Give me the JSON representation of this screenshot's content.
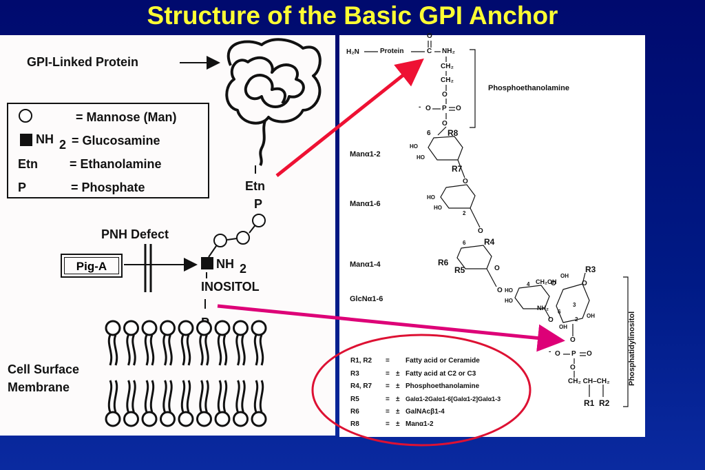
{
  "title": "Structure of the Basic GPI Anchor",
  "left": {
    "gpi_protein": "GPI-Linked Protein",
    "legend": [
      {
        "symbol": "circle",
        "term": "",
        "def": "= Mannose (Man)"
      },
      {
        "symbol": "square",
        "term": "NH",
        "sub": "2",
        "def": "= Glucosamine"
      },
      {
        "symbol": "",
        "term": "Etn",
        "def": "= Ethanolamine"
      },
      {
        "symbol": "",
        "term": "P",
        "def": "= Phosphate"
      }
    ],
    "etn": "Etn",
    "p_top": "P",
    "pnh_defect": "PNH Defect",
    "pig_a": "Pig-A",
    "nh2": "NH",
    "nh2_sub": "2",
    "inositol": "INOSITOL",
    "p_bottom": "P",
    "cell_surface": "Cell Surface",
    "membrane": "Membrane"
  },
  "right": {
    "h2n": "H₂N",
    "protein": "Protein",
    "c": "C",
    "nh2": "NH₂",
    "o": "O",
    "ch2": "CH₂",
    "p": "P",
    "oh": "OH",
    "ho": "HO",
    "phosphoethanolamine": "Phosphoethanolamine",
    "phosphatidylinositol": "Phosphatidylinositol",
    "linkages": [
      "Manα1-2",
      "Manα1-6",
      "Manα1-4",
      "GlcNα1-6"
    ],
    "r_labels": [
      "R8",
      "R7",
      "R4",
      "R6",
      "R5",
      "R3"
    ],
    "ch2oh": "CH₂OH",
    "glycerol": "CH₂ CH–CH₂",
    "r1": "R1",
    "r2": "R2",
    "num2": "2",
    "num3": "3",
    "num4": "4",
    "num6": "6",
    "minus": "-",
    "r_legend": [
      {
        "r": "R1, R2",
        "eq": "=",
        "pm": "",
        "desc": "Fatty acid or Ceramide"
      },
      {
        "r": "R3",
        "eq": "=",
        "pm": "±",
        "desc": "Fatty acid at C2 or C3"
      },
      {
        "r": "R4, R7",
        "eq": "=",
        "pm": "±",
        "desc": "Phosphoethanolamine"
      },
      {
        "r": "R5",
        "eq": "=",
        "pm": "±",
        "desc": "Galα1-2Galα1-6[Galα1-2]Galα1-3"
      },
      {
        "r": "R6",
        "eq": "=",
        "pm": "±",
        "desc": "GalNAcβ1-4"
      },
      {
        "r": "R8",
        "eq": "=",
        "pm": "±",
        "desc": "Manα1-2"
      }
    ]
  },
  "colors": {
    "background": "#000a6e",
    "title": "#ffff33",
    "red_arrow": "#ee1133",
    "magenta_arrow": "#dd0077",
    "ellipse": "#dd1133"
  }
}
